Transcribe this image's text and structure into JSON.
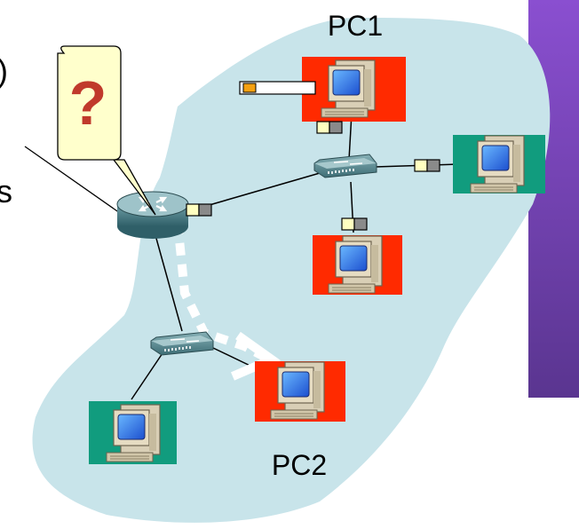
{
  "labels": {
    "pc1": "PC1",
    "pc2": "PC2",
    "callout": "?",
    "edge_left_paren": ")",
    "edge_s": "s"
  },
  "colors": {
    "cloud": "#c8e4ea",
    "highlight_bg": "#ff2a00",
    "normal_bg": "#119c7e",
    "callout_fill": "#ffffcc",
    "callout_text": "#c0392b",
    "path_dots": "#ffffff",
    "right_panel": "#6d3fa8"
  },
  "icons": [
    "router-icon",
    "switch-icon",
    "computer-icon",
    "network-interface-icon"
  ]
}
